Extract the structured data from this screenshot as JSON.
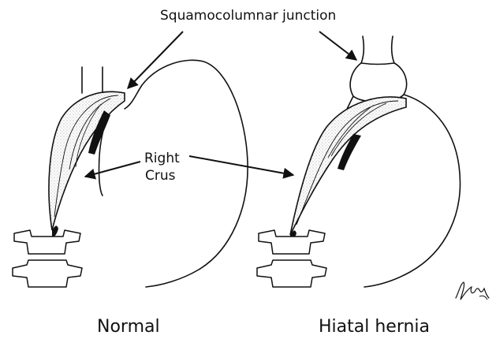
{
  "labels": {
    "squamocolumnar_junction": "Squamocolumnar junction",
    "right": "Right",
    "crus": "Crus"
  },
  "captions": {
    "normal": "Normal",
    "hiatal_hernia": "Hiatal hernia"
  },
  "colors": {
    "ink": "#111111",
    "background": "#ffffff"
  }
}
